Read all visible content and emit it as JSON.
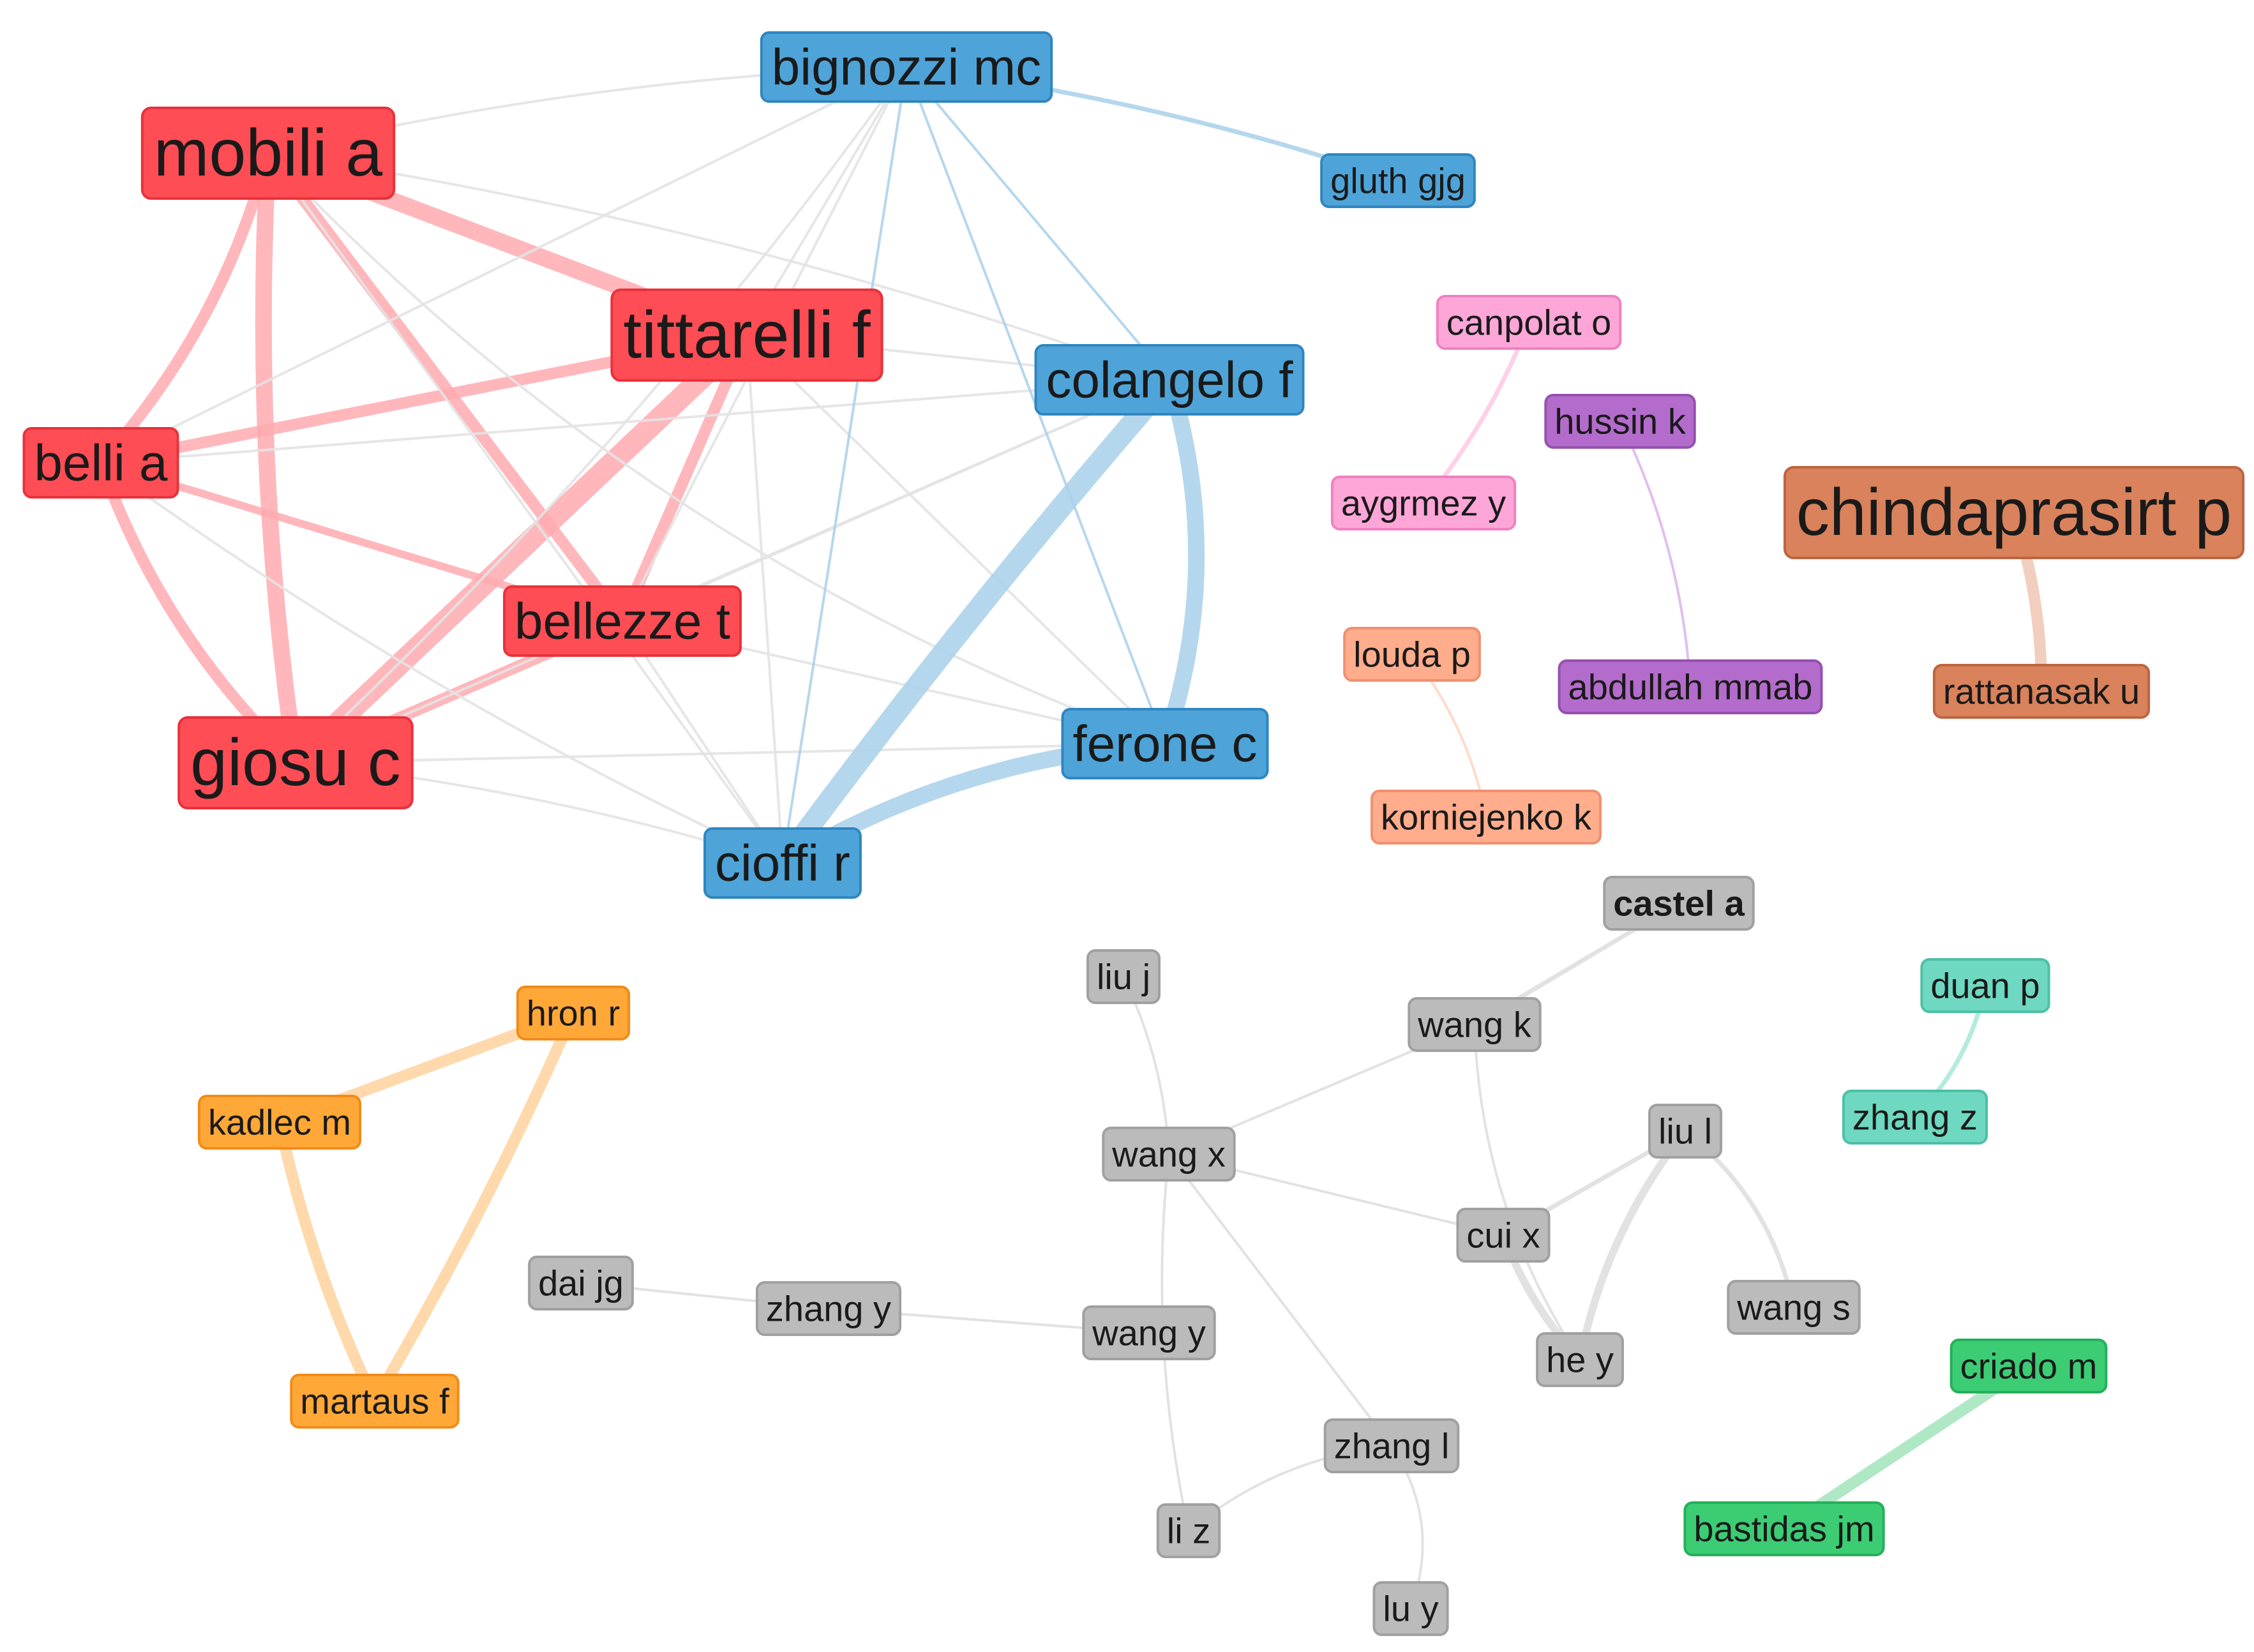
{
  "network": {
    "clusters": {
      "red": {
        "fill": "#ff4d55",
        "stroke": "#e8323c",
        "edge": "#ffaab0"
      },
      "blue": {
        "fill": "#4ea4d8",
        "stroke": "#2f86c0",
        "edge": "#a8d0ea"
      },
      "pink": {
        "fill": "#ffa6d8",
        "stroke": "#f081c0",
        "edge": "#ffc8e6"
      },
      "purple": {
        "fill": "#b46ccc",
        "stroke": "#9550b0",
        "edge": "#dcb4ea"
      },
      "brown": {
        "fill": "#d9825c",
        "stroke": "#bd6540",
        "edge": "#eec6b2"
      },
      "salmon": {
        "fill": "#ffad8c",
        "stroke": "#f09070",
        "edge": "#ffd4c2"
      },
      "orange": {
        "fill": "#ffa838",
        "stroke": "#f08c1a",
        "edge": "#ffd29c"
      },
      "gray": {
        "fill": "#bbbbbb",
        "stroke": "#a0a0a0",
        "edge": "#dddddd"
      },
      "teal": {
        "fill": "#6ed8c0",
        "stroke": "#4cc0a6",
        "edge": "#a6e8d8"
      },
      "green": {
        "fill": "#3ccc74",
        "stroke": "#24b05a",
        "edge": "#a2e4bc"
      }
    },
    "nodes": [
      {
        "id": "mobili",
        "label": "mobili a",
        "cluster": "red",
        "size": "xl"
      },
      {
        "id": "tittarelli",
        "label": "tittarelli f",
        "cluster": "red",
        "size": "xl"
      },
      {
        "id": "belli",
        "label": "belli a",
        "cluster": "red",
        "size": "l"
      },
      {
        "id": "bellezze",
        "label": "bellezze t",
        "cluster": "red",
        "size": "l"
      },
      {
        "id": "giosu",
        "label": "giosu c",
        "cluster": "red",
        "size": "xl"
      },
      {
        "id": "bignozzi",
        "label": "bignozzi mc",
        "cluster": "blue",
        "size": "l"
      },
      {
        "id": "gluth",
        "label": "gluth gjg",
        "cluster": "blue",
        "size": "m"
      },
      {
        "id": "colangelo",
        "label": "colangelo f",
        "cluster": "blue",
        "size": "l"
      },
      {
        "id": "ferone",
        "label": "ferone c",
        "cluster": "blue",
        "size": "l"
      },
      {
        "id": "cioffi",
        "label": "cioffi r",
        "cluster": "blue",
        "size": "l"
      },
      {
        "id": "canpolat",
        "label": "canpolat o",
        "cluster": "pink",
        "size": "m"
      },
      {
        "id": "aygrmez",
        "label": "aygrmez y",
        "cluster": "pink",
        "size": "m"
      },
      {
        "id": "hussin",
        "label": "hussin k",
        "cluster": "purple",
        "size": "m"
      },
      {
        "id": "abdullah",
        "label": "abdullah mmab",
        "cluster": "purple",
        "size": "m"
      },
      {
        "id": "chindaprasirt",
        "label": "chindaprasirt p",
        "cluster": "brown",
        "size": "xl"
      },
      {
        "id": "rattanasak",
        "label": "rattanasak u",
        "cluster": "brown",
        "size": "m"
      },
      {
        "id": "louda",
        "label": "louda p",
        "cluster": "salmon",
        "size": "m"
      },
      {
        "id": "korniejenko",
        "label": "korniejenko k",
        "cluster": "salmon",
        "size": "m"
      },
      {
        "id": "castel",
        "label": "castel a",
        "cluster": "gray",
        "size": "m",
        "bold": true
      },
      {
        "id": "liuj",
        "label": "liu j",
        "cluster": "gray",
        "size": "m"
      },
      {
        "id": "wangk",
        "label": "wang k",
        "cluster": "gray",
        "size": "m"
      },
      {
        "id": "wangx",
        "label": "wang x",
        "cluster": "gray",
        "size": "m"
      },
      {
        "id": "liul",
        "label": "liu l",
        "cluster": "gray",
        "size": "m"
      },
      {
        "id": "cuix",
        "label": "cui x",
        "cluster": "gray",
        "size": "m"
      },
      {
        "id": "daijg",
        "label": "dai jg",
        "cluster": "gray",
        "size": "m"
      },
      {
        "id": "zhangy",
        "label": "zhang y",
        "cluster": "gray",
        "size": "m"
      },
      {
        "id": "wangy",
        "label": "wang y",
        "cluster": "gray",
        "size": "m"
      },
      {
        "id": "wangs",
        "label": "wang s",
        "cluster": "gray",
        "size": "m"
      },
      {
        "id": "hey",
        "label": "he y",
        "cluster": "gray",
        "size": "m"
      },
      {
        "id": "zhangl",
        "label": "zhang l",
        "cluster": "gray",
        "size": "m"
      },
      {
        "id": "liz",
        "label": "li z",
        "cluster": "gray",
        "size": "m"
      },
      {
        "id": "luy",
        "label": "lu y",
        "cluster": "gray",
        "size": "m"
      },
      {
        "id": "hron",
        "label": "hron r",
        "cluster": "orange",
        "size": "m"
      },
      {
        "id": "kadlec",
        "label": "kadlec m",
        "cluster": "orange",
        "size": "m"
      },
      {
        "id": "martaus",
        "label": "martaus f",
        "cluster": "orange",
        "size": "m"
      },
      {
        "id": "duan",
        "label": "duan p",
        "cluster": "teal",
        "size": "m"
      },
      {
        "id": "zhangz",
        "label": "zhang z",
        "cluster": "teal",
        "size": "m"
      },
      {
        "id": "criado",
        "label": "criado m",
        "cluster": "green",
        "size": "m"
      },
      {
        "id": "bastidas",
        "label": "bastidas jm",
        "cluster": "green",
        "size": "m"
      }
    ],
    "edges": [
      {
        "from": "mobili",
        "to": "tittarelli",
        "strength": 5,
        "color": "red"
      },
      {
        "from": "mobili",
        "to": "belli",
        "strength": 4,
        "color": "red"
      },
      {
        "from": "mobili",
        "to": "giosu",
        "strength": 5,
        "color": "red"
      },
      {
        "from": "mobili",
        "to": "bellezze",
        "strength": 4,
        "color": "red"
      },
      {
        "from": "tittarelli",
        "to": "belli",
        "strength": 4,
        "color": "red"
      },
      {
        "from": "tittarelli",
        "to": "giosu",
        "strength": 6,
        "color": "red"
      },
      {
        "from": "tittarelli",
        "to": "bellezze",
        "strength": 4,
        "color": "red"
      },
      {
        "from": "belli",
        "to": "giosu",
        "strength": 4,
        "color": "red"
      },
      {
        "from": "belli",
        "to": "bellezze",
        "strength": 3,
        "color": "red"
      },
      {
        "from": "giosu",
        "to": "bellezze",
        "strength": 4,
        "color": "red"
      },
      {
        "from": "mobili",
        "to": "bignozzi",
        "strength": 1,
        "color": "neutral"
      },
      {
        "from": "mobili",
        "to": "colangelo",
        "strength": 1,
        "color": "neutral"
      },
      {
        "from": "mobili",
        "to": "ferone",
        "strength": 1,
        "color": "neutral"
      },
      {
        "from": "mobili",
        "to": "cioffi",
        "strength": 1,
        "color": "neutral"
      },
      {
        "from": "tittarelli",
        "to": "bignozzi",
        "strength": 1,
        "color": "neutral"
      },
      {
        "from": "tittarelli",
        "to": "colangelo",
        "strength": 1,
        "color": "neutral"
      },
      {
        "from": "tittarelli",
        "to": "ferone",
        "strength": 1,
        "color": "neutral"
      },
      {
        "from": "tittarelli",
        "to": "cioffi",
        "strength": 1,
        "color": "neutral"
      },
      {
        "from": "belli",
        "to": "bignozzi",
        "strength": 1,
        "color": "neutral"
      },
      {
        "from": "belli",
        "to": "cioffi",
        "strength": 1,
        "color": "neutral"
      },
      {
        "from": "belli",
        "to": "colangelo",
        "strength": 1,
        "color": "neutral"
      },
      {
        "from": "giosu",
        "to": "bignozzi",
        "strength": 1,
        "color": "neutral"
      },
      {
        "from": "giosu",
        "to": "colangelo",
        "strength": 1,
        "color": "neutral"
      },
      {
        "from": "giosu",
        "to": "ferone",
        "strength": 1,
        "color": "neutral"
      },
      {
        "from": "giosu",
        "to": "cioffi",
        "strength": 1,
        "color": "neutral"
      },
      {
        "from": "bellezze",
        "to": "bignozzi",
        "strength": 1,
        "color": "neutral"
      },
      {
        "from": "bellezze",
        "to": "colangelo",
        "strength": 1,
        "color": "neutral"
      },
      {
        "from": "bellezze",
        "to": "ferone",
        "strength": 1,
        "color": "neutral"
      },
      {
        "from": "bellezze",
        "to": "cioffi",
        "strength": 1,
        "color": "neutral"
      },
      {
        "from": "bignozzi",
        "to": "gluth",
        "strength": 2,
        "color": "blue"
      },
      {
        "from": "bignozzi",
        "to": "colangelo",
        "strength": 1,
        "color": "blue"
      },
      {
        "from": "bignozzi",
        "to": "ferone",
        "strength": 1,
        "color": "blue"
      },
      {
        "from": "bignozzi",
        "to": "cioffi",
        "strength": 1,
        "color": "blue"
      },
      {
        "from": "colangelo",
        "to": "cioffi",
        "strength": 6,
        "color": "blue"
      },
      {
        "from": "colangelo",
        "to": "ferone",
        "strength": 5,
        "color": "blue"
      },
      {
        "from": "ferone",
        "to": "cioffi",
        "strength": 5,
        "color": "blue"
      },
      {
        "from": "canpolat",
        "to": "aygrmez",
        "strength": 2,
        "color": "pink"
      },
      {
        "from": "hussin",
        "to": "abdullah",
        "strength": 1,
        "color": "purple"
      },
      {
        "from": "chindaprasirt",
        "to": "rattanasak",
        "strength": 4,
        "color": "brown"
      },
      {
        "from": "louda",
        "to": "korniejenko",
        "strength": 1,
        "color": "salmon"
      },
      {
        "from": "castel",
        "to": "wangk",
        "strength": 2,
        "color": "gray"
      },
      {
        "from": "wangk",
        "to": "wangx",
        "strength": 1,
        "color": "gray"
      },
      {
        "from": "wangk",
        "to": "hey",
        "strength": 1,
        "color": "gray"
      },
      {
        "from": "liuj",
        "to": "wangx",
        "strength": 1,
        "color": "gray"
      },
      {
        "from": "wangx",
        "to": "cuix",
        "strength": 1,
        "color": "gray"
      },
      {
        "from": "wangx",
        "to": "zhangl",
        "strength": 1,
        "color": "gray"
      },
      {
        "from": "wangx",
        "to": "liz",
        "strength": 1,
        "color": "gray"
      },
      {
        "from": "liul",
        "to": "cuix",
        "strength": 2,
        "color": "gray"
      },
      {
        "from": "liul",
        "to": "hey",
        "strength": 3,
        "color": "gray"
      },
      {
        "from": "liul",
        "to": "wangs",
        "strength": 2,
        "color": "gray"
      },
      {
        "from": "cuix",
        "to": "hey",
        "strength": 3,
        "color": "gray"
      },
      {
        "from": "daijg",
        "to": "zhangy",
        "strength": 1,
        "color": "gray"
      },
      {
        "from": "zhangy",
        "to": "wangy",
        "strength": 1,
        "color": "gray"
      },
      {
        "from": "zhangl",
        "to": "liz",
        "strength": 1,
        "color": "gray"
      },
      {
        "from": "zhangl",
        "to": "luy",
        "strength": 1,
        "color": "gray"
      },
      {
        "from": "hron",
        "to": "kadlec",
        "strength": 4,
        "color": "orange"
      },
      {
        "from": "hron",
        "to": "martaus",
        "strength": 4,
        "color": "orange"
      },
      {
        "from": "kadlec",
        "to": "martaus",
        "strength": 4,
        "color": "orange"
      },
      {
        "from": "duan",
        "to": "zhangz",
        "strength": 2,
        "color": "teal"
      },
      {
        "from": "criado",
        "to": "bastidas",
        "strength": 4,
        "color": "green"
      }
    ]
  }
}
